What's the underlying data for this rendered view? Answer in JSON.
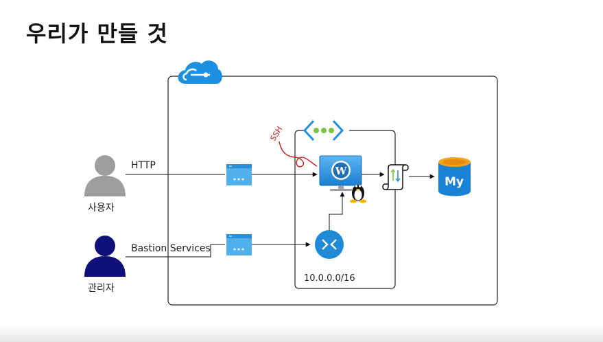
{
  "page": {
    "title": "우리가 만들 것"
  },
  "actors": {
    "user_label": "사용자",
    "admin_label": "관리자"
  },
  "connections": {
    "http_label": "HTTP",
    "bastion_label": "Bastion Services",
    "ssh_label": "SSH"
  },
  "network": {
    "cidr_label": "10.0.0.0/16"
  },
  "database": {
    "icon_text": "My"
  },
  "colors": {
    "azure_blue": "#0078d4",
    "user_gray": "#9e9e9e",
    "admin_navy": "#10107a",
    "vnet_green": "#7dc242",
    "mysql_orange": "#f4a11e",
    "ssh_red": "#cc1a1a"
  }
}
